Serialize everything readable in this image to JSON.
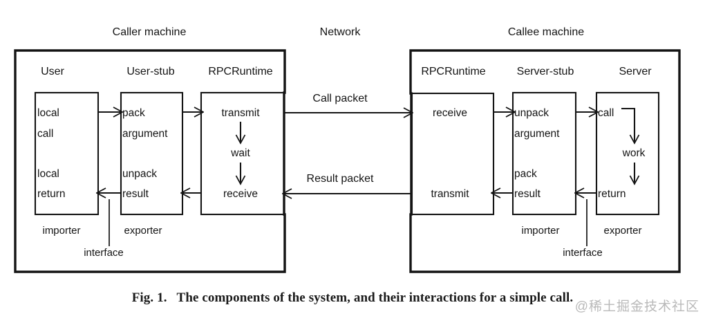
{
  "figure": {
    "top_labels": {
      "caller": "Caller machine",
      "network": "Network",
      "callee": "Callee machine"
    },
    "caller_machine": {
      "columns": [
        {
          "title": "User",
          "lines": [
            "local",
            "call",
            "local",
            "return"
          ]
        },
        {
          "title": "User-stub",
          "lines": [
            "pack",
            "argument",
            "unpack",
            "result"
          ]
        },
        {
          "title": "RPCRuntime",
          "lines": [
            "transmit",
            "wait",
            "receive"
          ]
        }
      ],
      "annotations": {
        "importer": "importer",
        "exporter": "exporter",
        "interface": "interface"
      }
    },
    "network": {
      "call_packet": "Call packet",
      "result_packet": "Result packet"
    },
    "callee_machine": {
      "columns": [
        {
          "title": "RPCRuntime",
          "lines": [
            "receive",
            "transmit"
          ]
        },
        {
          "title": "Server-stub",
          "lines": [
            "unpack",
            "argument",
            "pack",
            "result"
          ]
        },
        {
          "title": "Server",
          "lines": [
            "call",
            "work",
            "return"
          ]
        }
      ],
      "annotations": {
        "importer": "importer",
        "exporter": "exporter",
        "interface": "interface"
      }
    },
    "caption": {
      "number": "Fig. 1.",
      "text": "The components of the system, and their interactions for a simple call."
    },
    "watermark": "@稀土掘金技术社区",
    "colors": {
      "ink": "#141414",
      "background": "#ffffff",
      "watermark": "#b9b9b9"
    }
  }
}
